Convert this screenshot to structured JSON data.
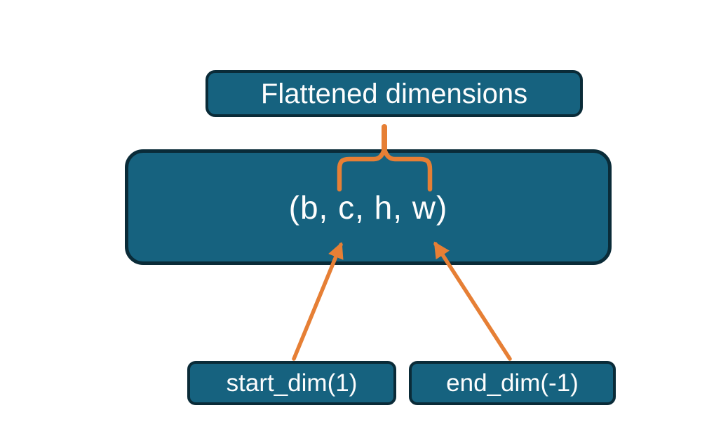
{
  "colors": {
    "background": "#ffffff",
    "box_fill": "#16627f",
    "box_border": "#0a2b38",
    "accent_orange": "#e67f35",
    "text": "#fdfdfd"
  },
  "diagram": {
    "flattened_box": {
      "label": "Flattened dimensions"
    },
    "tensor_box": {
      "label": "(b, c, h, w)"
    },
    "start_dim_box": {
      "label": "start_dim(1)"
    },
    "end_dim_box": {
      "label": "end_dim(-1)"
    }
  }
}
